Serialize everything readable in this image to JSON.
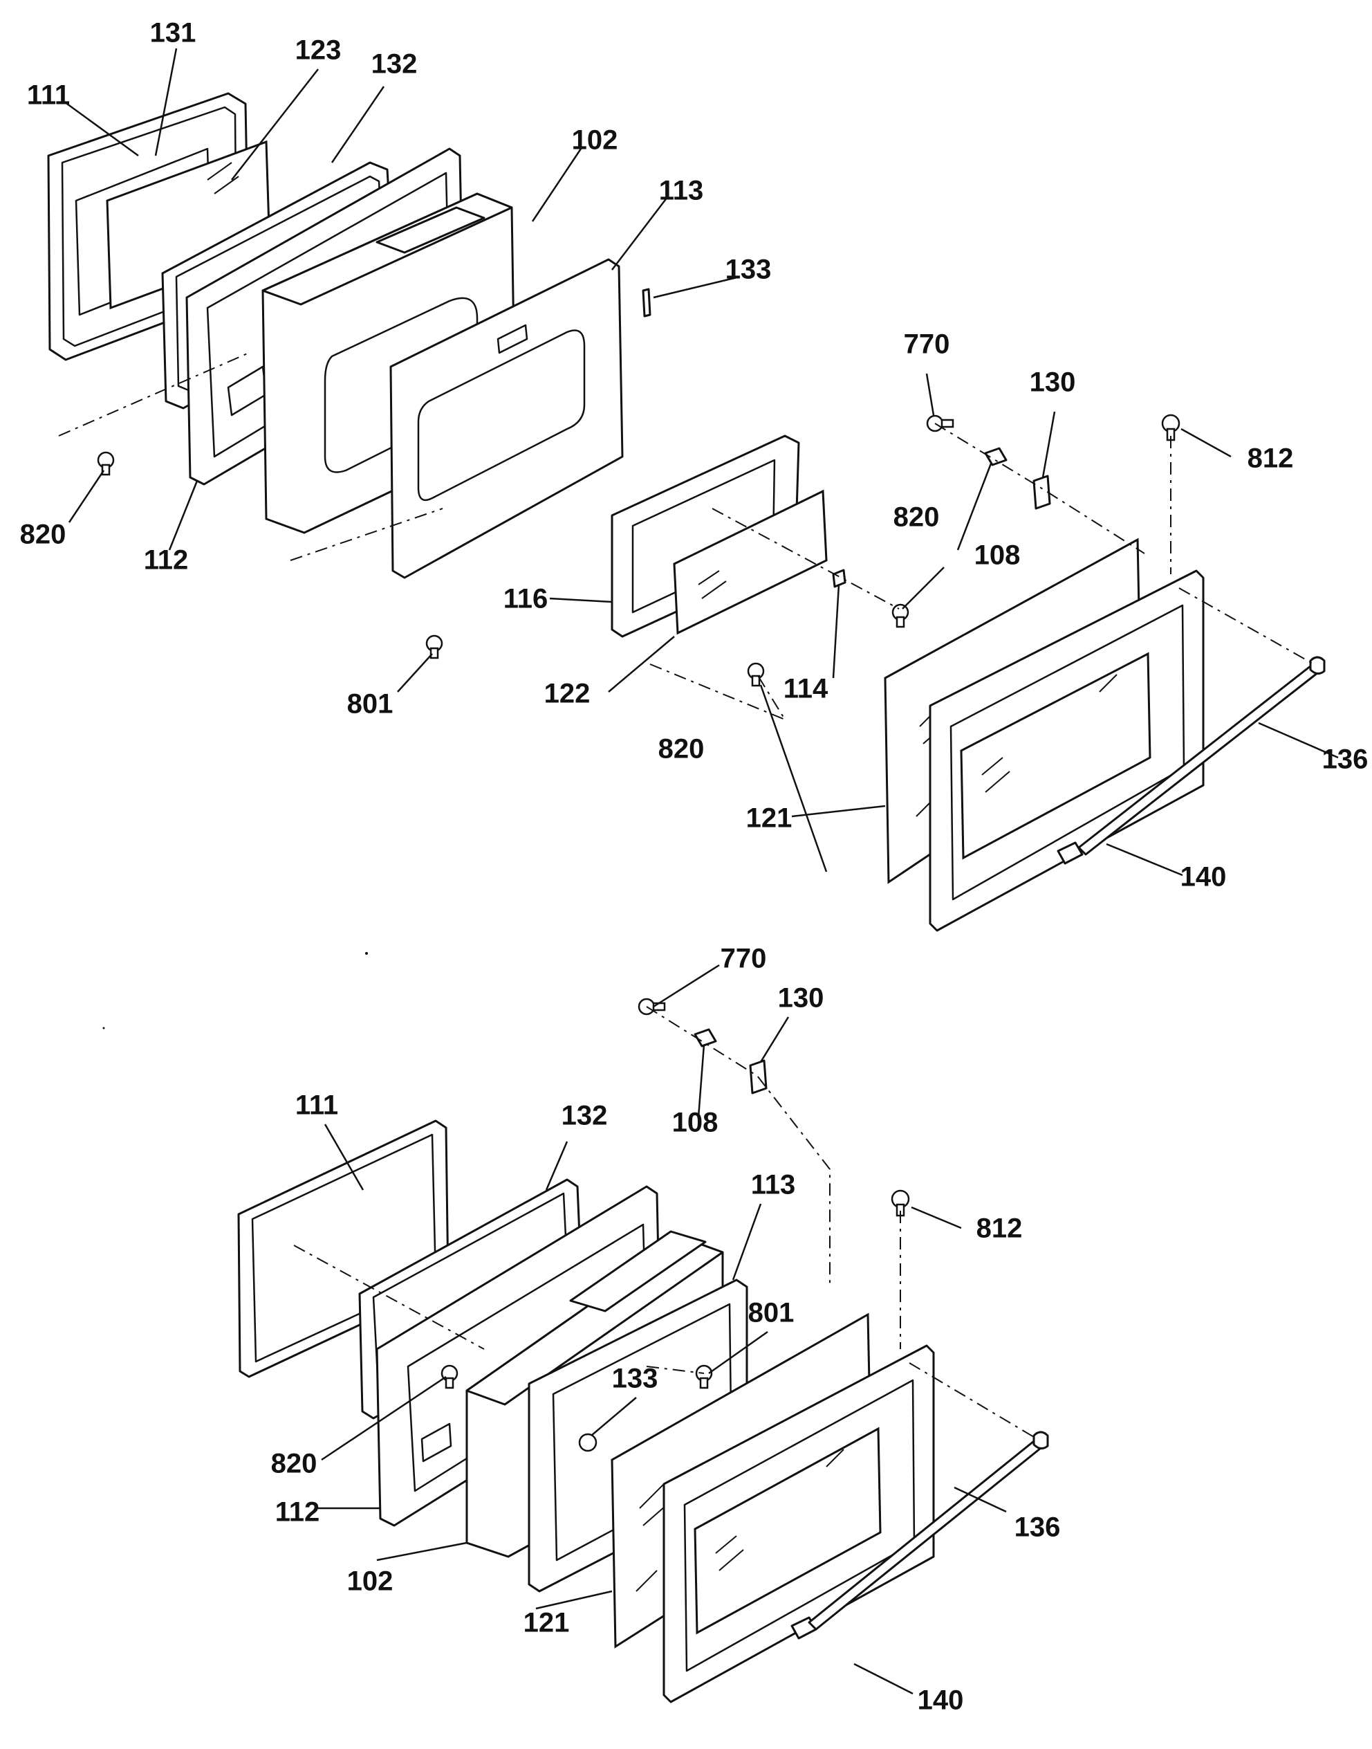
{
  "upper_assembly": {
    "callouts": {
      "frame": "111",
      "inner_glass_bracket": "131",
      "inner_glass": "123",
      "gasket": "132",
      "insulation_box": "102",
      "inner_panel": "113",
      "clip": "133",
      "screw_upper": "770",
      "hinge_bracket": "130",
      "spacer": "108",
      "screw_top": "812",
      "screw_left": "820",
      "liner": "112",
      "window_frame": "116",
      "window_glass": "122",
      "retainer": "114",
      "screw_mid": "820",
      "screw_bottom": "801",
      "screw_lower": "820",
      "outer_glass": "121",
      "handle": "136",
      "outer_door": "140"
    }
  },
  "lower_assembly": {
    "callouts": {
      "screw_upper": "770",
      "hinge_bracket": "130",
      "spacer": "108",
      "frame": "111",
      "gasket": "132",
      "inner_panel": "113",
      "screw_top": "812",
      "screw_right": "801",
      "clip": "133",
      "screw_left": "820",
      "liner": "112",
      "insulation_box": "102",
      "outer_glass": "121",
      "handle": "136",
      "outer_door": "140"
    }
  }
}
